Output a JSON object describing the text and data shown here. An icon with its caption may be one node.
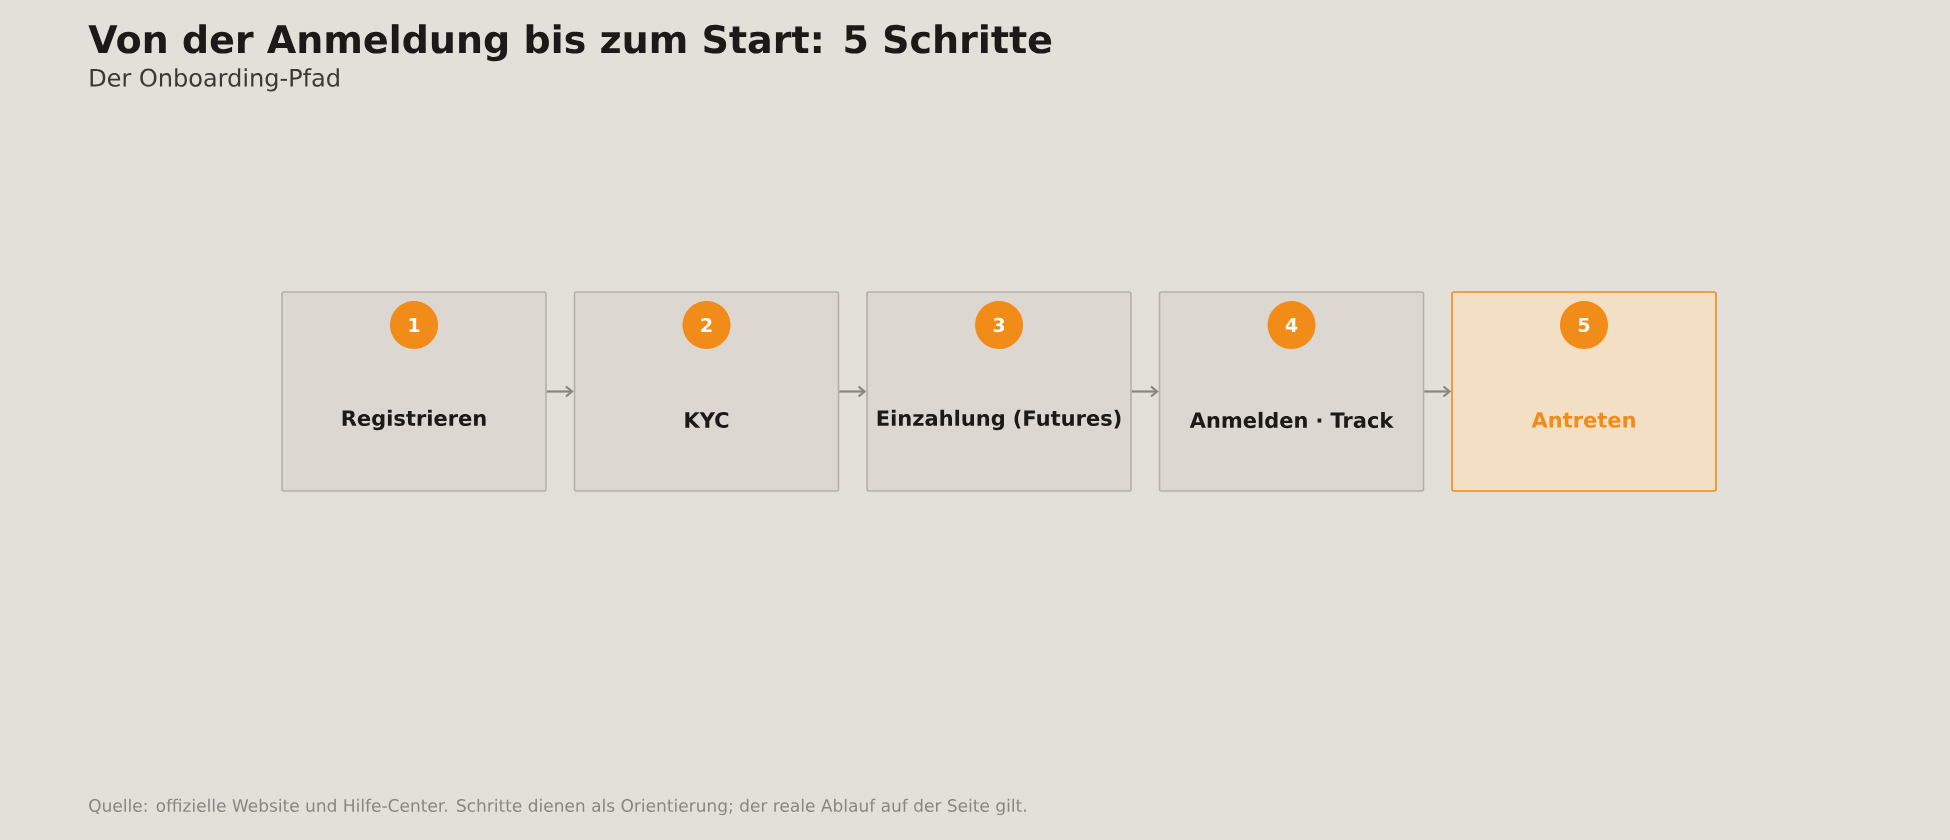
{
  "diagram": {
    "title": "Von der Anmeldung bis zum Start: 5 Schritte",
    "nodes": [
      {
        "text": [
          "1",
          "Registrieren"
        ]
      },
      {
        "text": [
          "2",
          "KYC"
        ]
      },
      {
        "text": [
          "3",
          "Einzahlung (Futures)"
        ]
      },
      {
        "text": [
          "4",
          "Anmelden · Track"
        ]
      },
      {
        "text": [
          "5",
          "Antreten"
        ]
      }
    ],
    "edges": [
      {
        "from": 0,
        "to": 1,
        "arrow": "to"
      },
      {
        "from": 1,
        "to": 2,
        "arrow": "to"
      },
      {
        "from": 2,
        "to": 3,
        "arrow": "to"
      },
      {
        "from": 3,
        "to": 4,
        "arrow": "to"
      }
    ],
    "labels": [
      "Der Onboarding-Pfad"
    ],
    "caption": "Quelle: offizielle Website und Hilfe-Center. Schritte dienen als Orientierung; der reale Ablauf auf der Seite gilt."
  }
}
